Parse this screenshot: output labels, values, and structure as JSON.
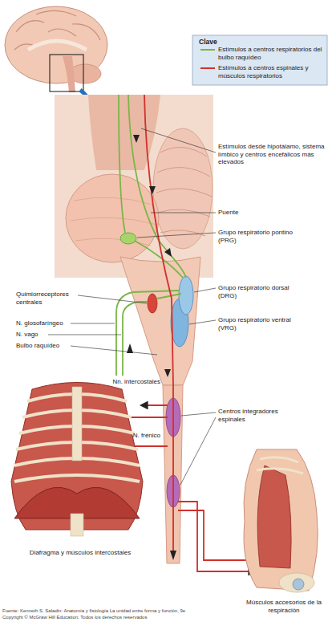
{
  "diagram": {
    "labels": [
      "Clave",
      "Estímulos desde hipotálamo, sistema límbico y centros encefálicos más elevados",
      "Puente",
      "Grupo respiratorio pontino (PRG)",
      "Quimiorreceptores centrales",
      "N. glosofaríngeo",
      "N. vago",
      "Bulbo raquídeo",
      "Grupo respiratorio dorsal (DRG)",
      "Grupo respiratorio ventral (VRG)",
      "Nn. intercostales",
      "N. frénico",
      "Centros integradores espinales",
      "Diafragma y músculos intercostales",
      "Músculos accesorios de la respiración",
      "Fuente: Kenneth S. Saladin: Anatomía y fisiología La unidad entre forma y función, 9e",
      "Copyright © McGraw Hill Education. Todos los derechos reservados"
    ],
    "legend": [
      {
        "text": "Estímulos a centros respiratorios del bulbo raquídeo"
      },
      {
        "text": "Estímulos a centros espinales y músculos respiratorios"
      }
    ]
  }
}
